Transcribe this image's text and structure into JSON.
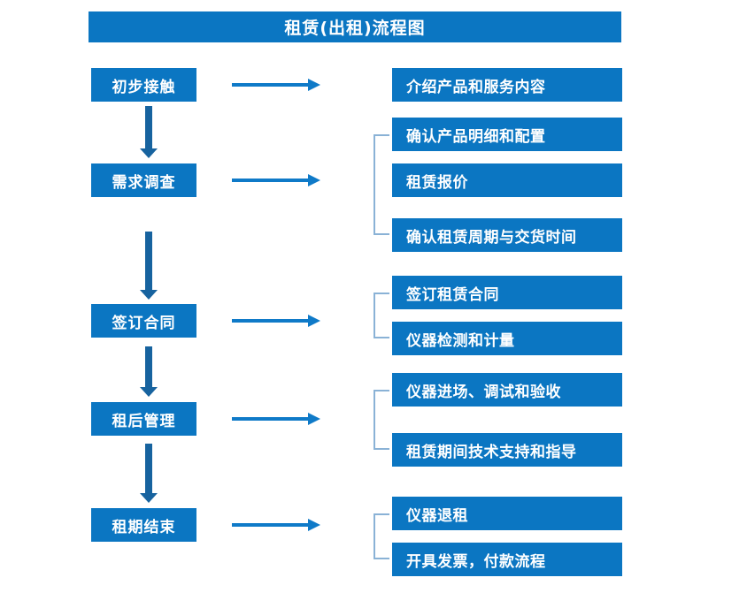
{
  "diagram": {
    "title": "租赁(出租)流程图",
    "colors": {
      "box_fill": "#0b76c2",
      "box_text": "#ffffff",
      "vertical_arrow": "#17639f",
      "horizontal_arrow": "#0f7ac8",
      "bracket_line": "#8ab2d6",
      "background": "#ffffff"
    },
    "stages": [
      {
        "label": "初步接触"
      },
      {
        "label": "需求调查"
      },
      {
        "label": "签订合同"
      },
      {
        "label": "租后管理"
      },
      {
        "label": "租期结束"
      }
    ],
    "groups": [
      {
        "stage": "初步接触",
        "bracketed": false,
        "items": [
          {
            "label": "介绍产品和服务内容"
          }
        ]
      },
      {
        "stage": "需求调查",
        "bracketed": true,
        "items": [
          {
            "label": "确认产品明细和配置"
          },
          {
            "label": "租赁报价"
          },
          {
            "label": "确认租赁周期与交货时间"
          }
        ]
      },
      {
        "stage": "签订合同",
        "bracketed": true,
        "items": [
          {
            "label": "签订租赁合同"
          },
          {
            "label": "仪器检测和计量"
          }
        ]
      },
      {
        "stage": "租后管理",
        "bracketed": true,
        "items": [
          {
            "label": "仪器进场、调试和验收"
          },
          {
            "label": "租赁期间技术支持和指导"
          }
        ]
      },
      {
        "stage": "租期结束",
        "bracketed": true,
        "items": [
          {
            "label": "仪器退租"
          },
          {
            "label": "开具发票，付款流程"
          }
        ]
      }
    ],
    "connectors": {
      "vertical_arrow_icon": "arrow-down-icon",
      "horizontal_arrow_icon": "arrow-right-icon",
      "bracket_icon": "group-bracket-icon"
    }
  }
}
